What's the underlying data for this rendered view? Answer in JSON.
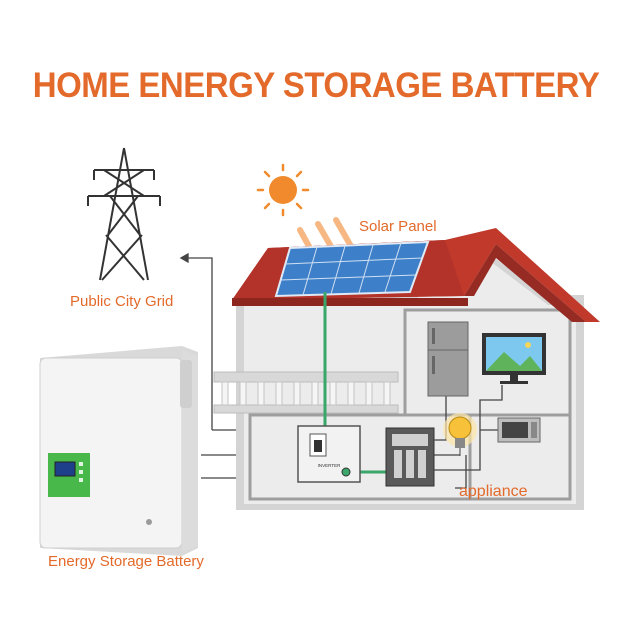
{
  "title": "HOME ENERGY STORAGE BATTERY",
  "labels": {
    "solar_panel": "Solar Panel",
    "public_grid": "Public City Grid",
    "appliance": "appliance",
    "battery": "Energy Storage Battery",
    "inverter": "INVERTER"
  },
  "icons": [
    "sun-icon",
    "transmission-tower-icon",
    "solar-panel-icon",
    "inverter-icon",
    "meter-box-icon",
    "light-bulb-icon",
    "refrigerator-icon",
    "tv-icon",
    "microwave-icon",
    "battery-icon"
  ],
  "colors": {
    "accent": "#e36a2a",
    "roof": "#c0392b",
    "panel": "#3d7fc8",
    "green_wire": "#3aa66a",
    "wall": "#ededed",
    "frame": "#9e9e9e",
    "battery_display": "#48b84a"
  }
}
